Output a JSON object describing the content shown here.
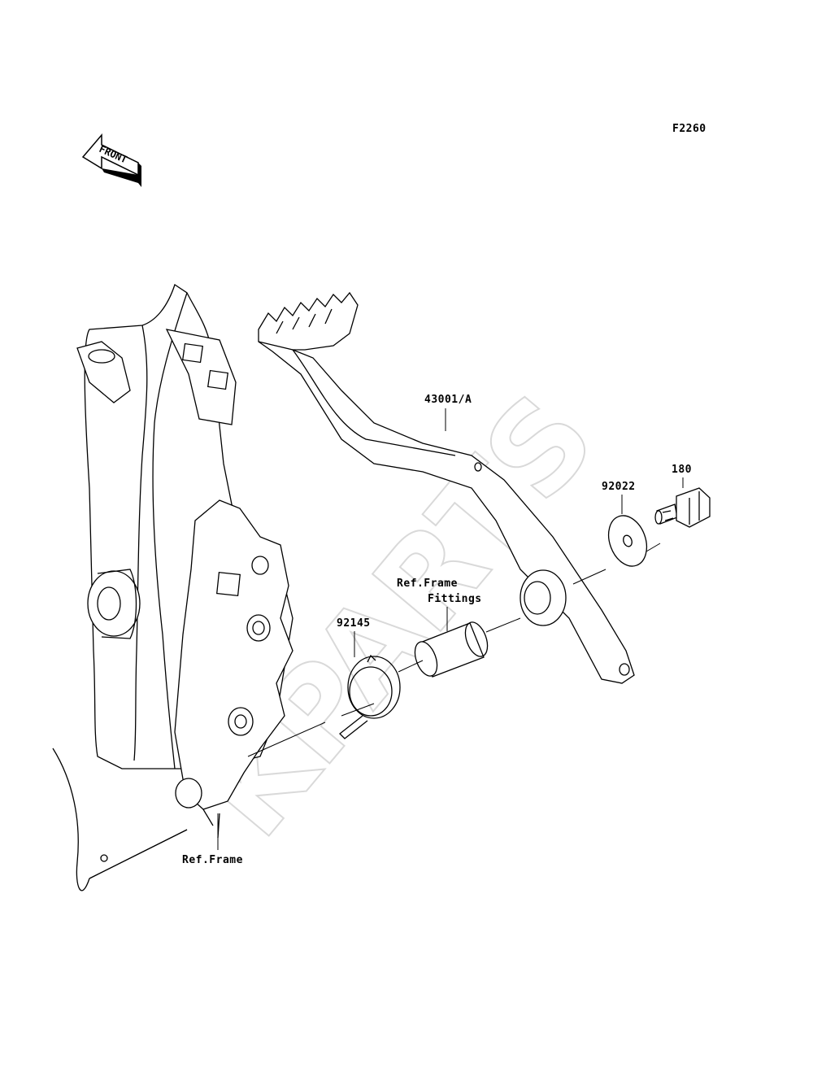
{
  "diagram": {
    "code": "F2260",
    "front_marker": "FRONT",
    "watermark": "KPARTS",
    "parts": [
      {
        "id": "pedal",
        "label": "43001/A"
      },
      {
        "id": "washer",
        "label": "92022"
      },
      {
        "id": "bolt",
        "label": "180"
      },
      {
        "id": "spring",
        "label": "92145"
      },
      {
        "id": "fittings",
        "label_line1": "Ref.Frame",
        "label_line2": "Fittings"
      },
      {
        "id": "frame",
        "label": "Ref.Frame"
      }
    ],
    "colors": {
      "line": "#000000",
      "background": "#ffffff",
      "watermark": "#e6e6e6"
    }
  }
}
